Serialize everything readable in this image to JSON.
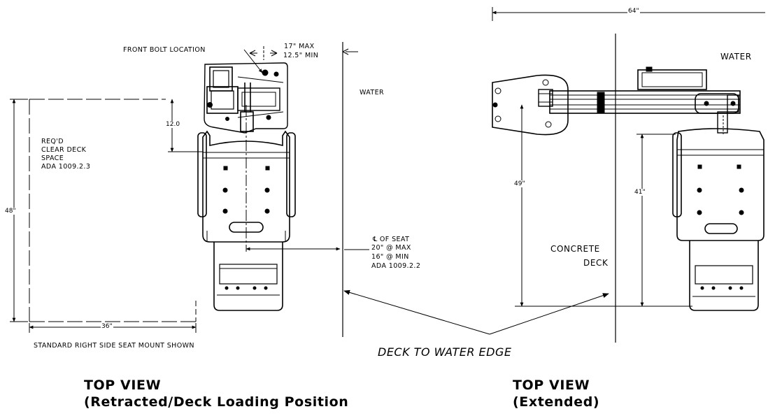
{
  "left_view": {
    "front_bolt_label": "FRONT BOLT LOCATION",
    "reach_max": "17\" MAX",
    "reach_min": "12.5\" MIN",
    "water_label": "WATER",
    "dim_12": "12.0",
    "req_line1": "REQ'D",
    "req_line2": "CLEAR DECK",
    "req_line3": "SPACE",
    "req_line4": "ADA 1009.2.3",
    "dim_48": "48\"",
    "dim_36": "36\"",
    "cl_seat": "℄ OF SEAT",
    "cl_max": "20\" @ MAX",
    "cl_min": "16\" @ MIN",
    "cl_ada": "ADA 1009.2.2",
    "standard_note": "STANDARD RIGHT SIDE SEAT MOUNT SHOWN"
  },
  "right_view": {
    "dim_64": "64\"",
    "water_label": "WATER",
    "dim_49": "49\"",
    "dim_41": "41\"",
    "concrete_line1": "CONCRETE",
    "concrete_line2": "DECK"
  },
  "caption": "DECK TO WATER EDGE",
  "titles": {
    "left_line1": "TOP VIEW",
    "left_line2": "(Retracted/Deck Loading Position",
    "right_line1": "TOP VIEW",
    "right_line2": "(Extended)"
  }
}
